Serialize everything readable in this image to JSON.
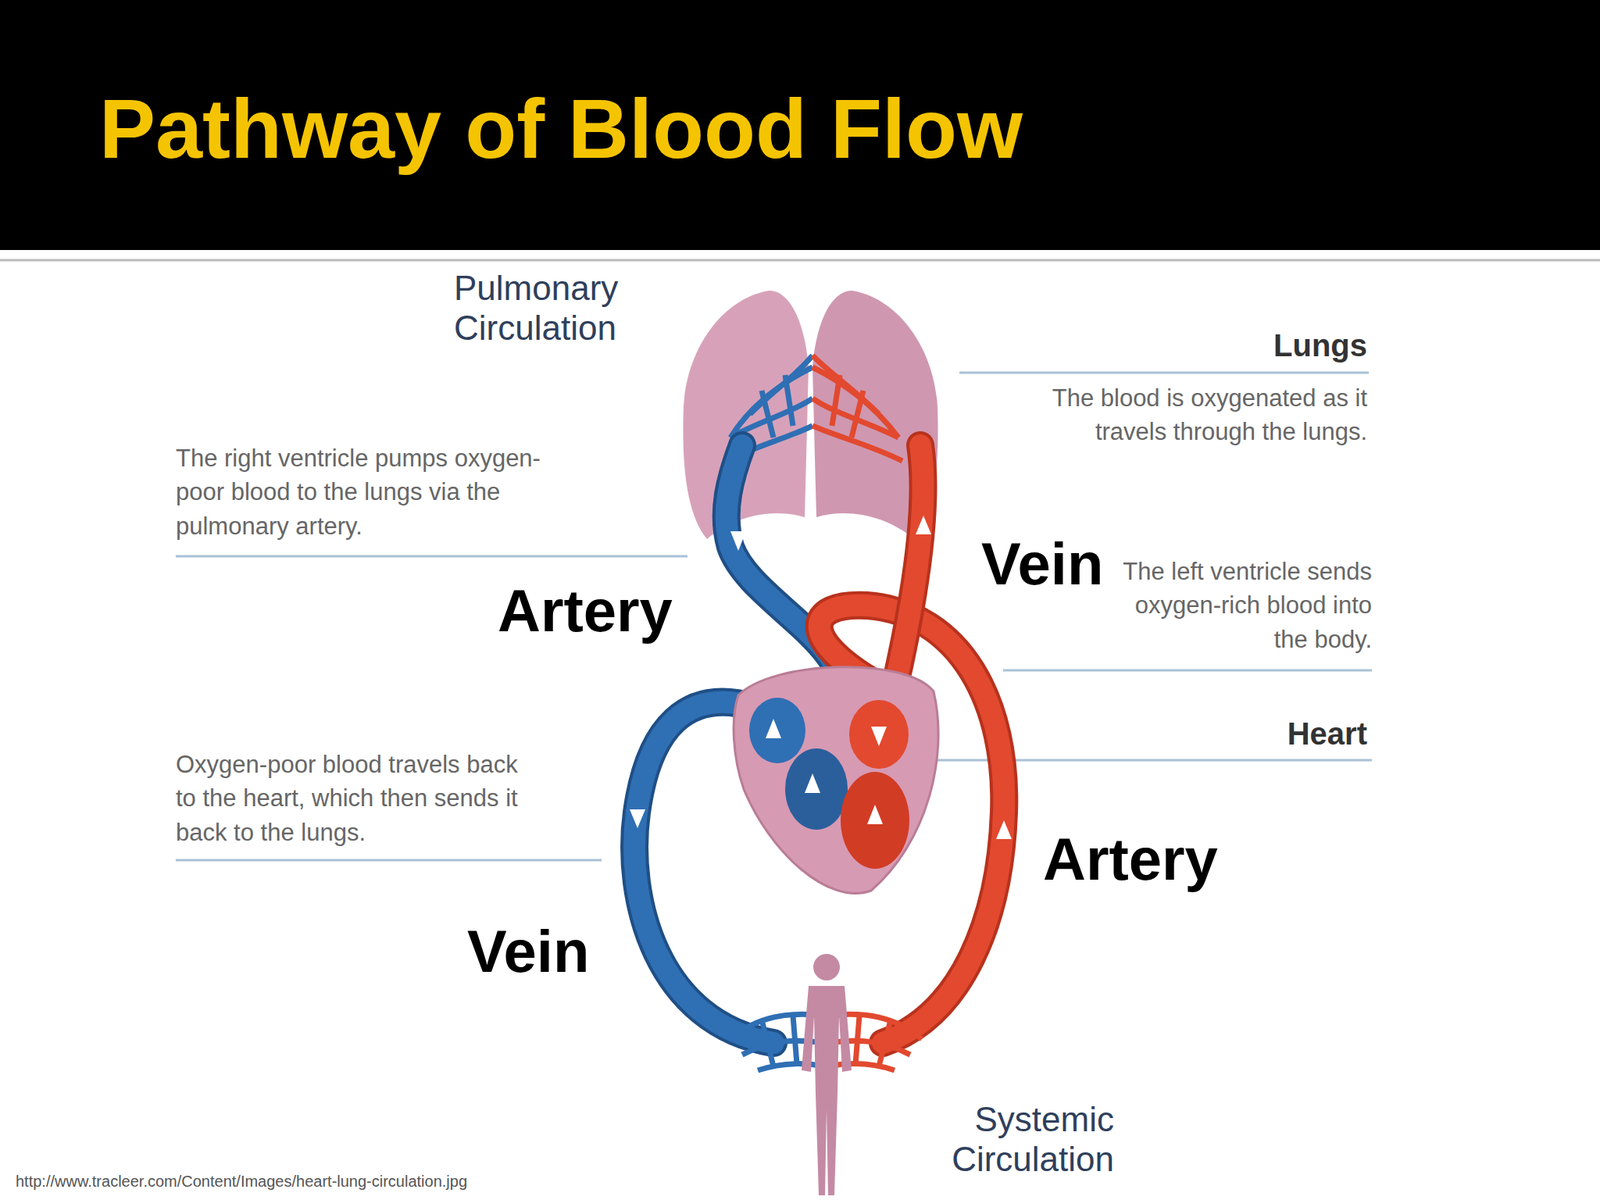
{
  "diagram": {
    "title": "Pathway of Blood Flow",
    "labels": [
      "Pulmonary Circulation",
      "Lungs",
      "The blood is oxygenated as it travels through the lungs.",
      "The right ventricle pumps oxygen-poor blood to the lungs via the pulmonary artery.",
      "Vein",
      "Artery",
      "The left ventricle sends oxygen-rich blood into the body.",
      "Heart",
      "Oxygen-poor blood travels back to the heart, which then sends it back to the lungs.",
      "Artery",
      "Vein",
      "Systemic Circulation",
      "http://www.tracleer.com/Content/Images/heart-lung-circulation.jpg"
    ]
  }
}
